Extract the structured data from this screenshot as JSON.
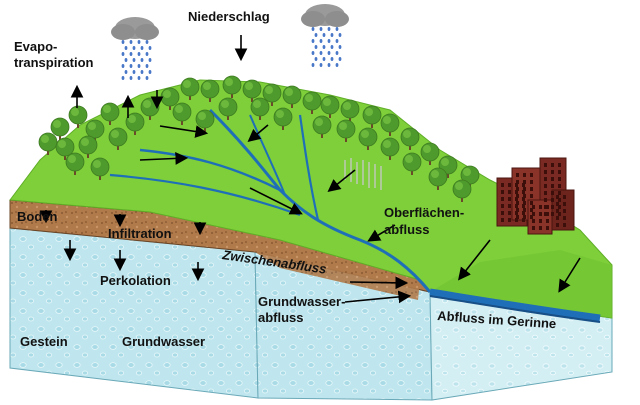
{
  "labels": {
    "niederschlag": "Niederschlag",
    "evapo_line1": "Evapo-",
    "evapo_line2": "transpiration",
    "boden": "Boden",
    "infiltration": "Infiltration",
    "zwischenabfluss": "Zwischenabfluss",
    "oberflaechen_line1": "Oberflächen-",
    "oberflaechen_line2": "abfluss",
    "perkolation": "Perkolation",
    "grundwasser_line1": "Grundwasser-",
    "grundwasser_line2": "abfluss",
    "abfluss_gerinne": "Abfluss im Gerinne",
    "gestein": "Gestein",
    "grundwasser": "Grundwasser"
  },
  "colors": {
    "grass": "#7ecf3a",
    "grass_dark": "#5fae27",
    "soil": "#b07a4a",
    "soil_dark": "#8a5a33",
    "rock_front": "#bfe6ee",
    "rock_side": "#d6f1f5",
    "river": "#1f6fb8",
    "tree": "#4f9a2c",
    "building": "#7a2a22",
    "cloud": "#9a9a9a",
    "rain": "#4a78c8"
  },
  "icons": [
    "cloud-icon",
    "rain-icon",
    "tree-icon",
    "building-icon",
    "arrow-icon"
  ]
}
